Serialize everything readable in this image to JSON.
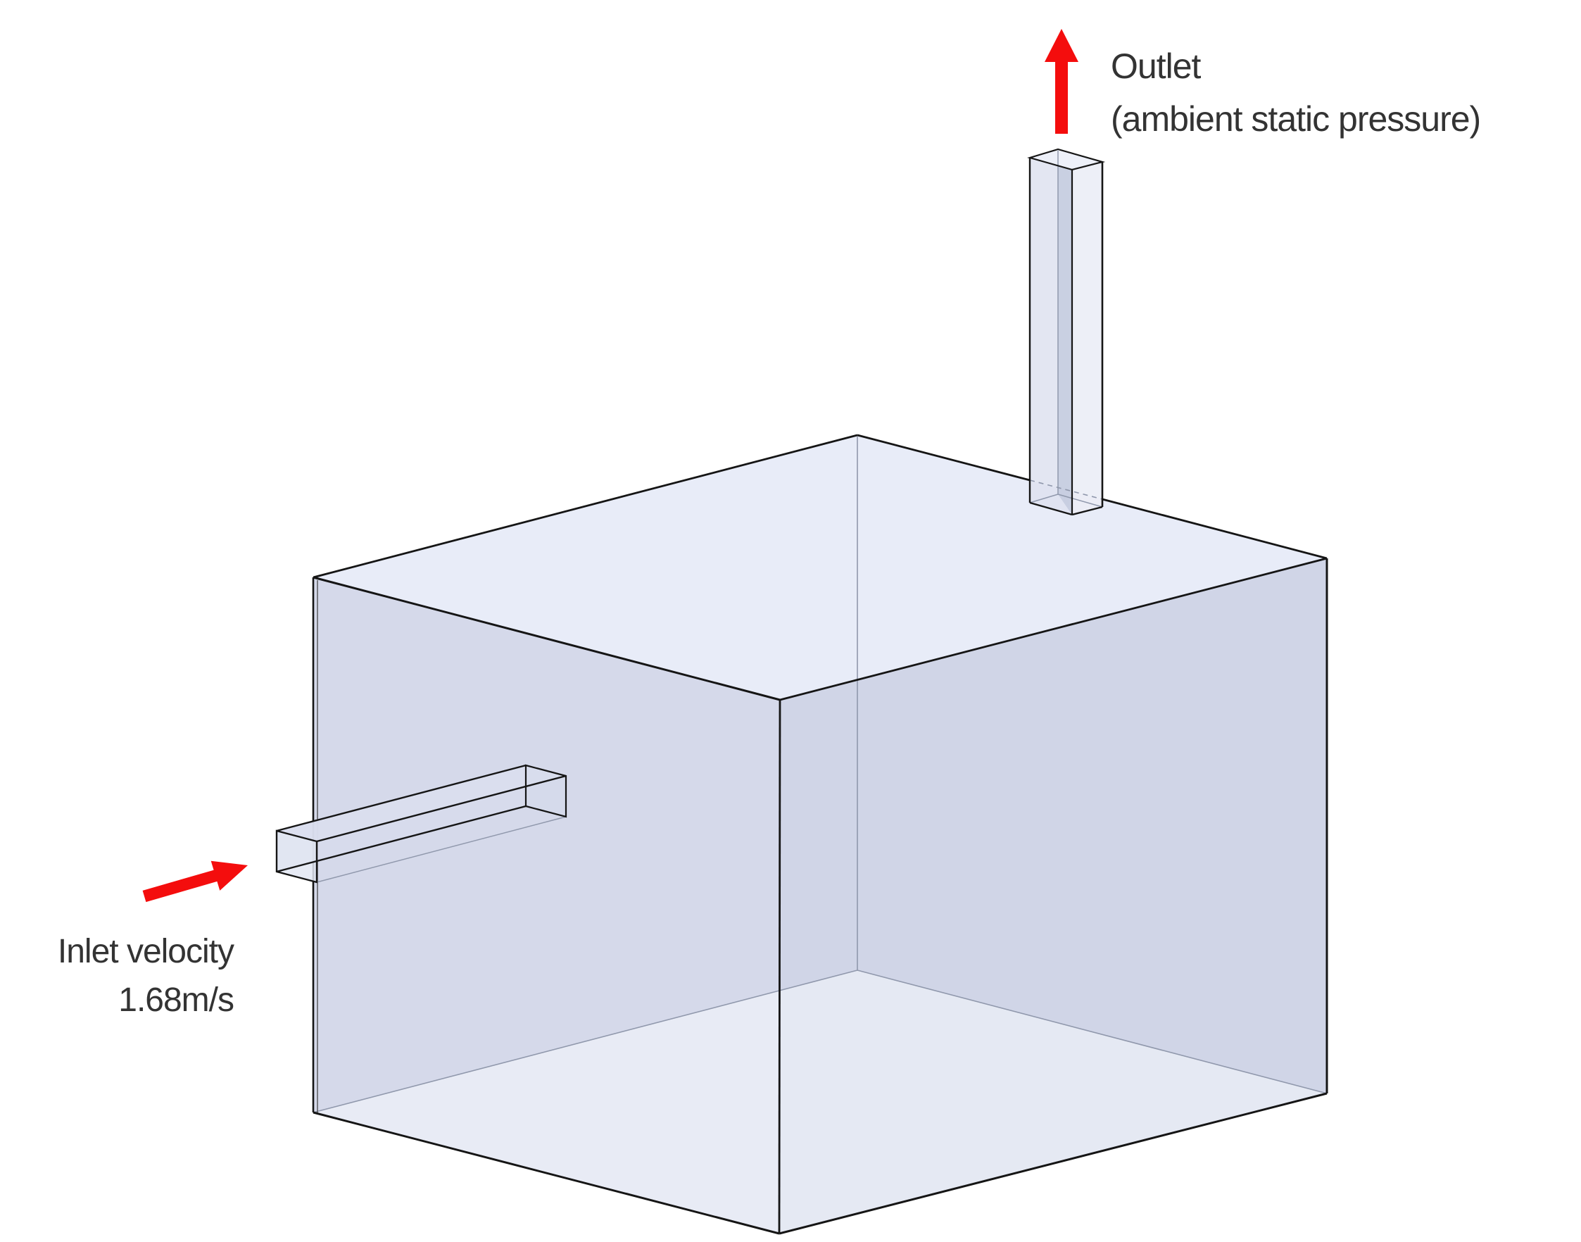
{
  "figure": {
    "outlet_label": {
      "line1": "Outlet",
      "line2": "(ambient static pressure)"
    },
    "inlet_label": {
      "line1": "Inlet velocity",
      "line2": "1.68m/s"
    },
    "icons": {
      "outlet_arrow": "up-arrow-icon",
      "inlet_arrow": "right-arrow-icon"
    },
    "colors": {
      "arrow": "#f40d0d",
      "label_text": "#333333",
      "edge": "#151515",
      "hidden_edge": "#9098ac",
      "face_top": "#e8ecf8",
      "face_left": "#d5d9ea",
      "face_right": "#d0d5e7",
      "duct_top": "#e7ebf6",
      "duct_side": "#d7dbec",
      "chimney_body": "#dee2f0",
      "background": "#ffffff"
    }
  }
}
